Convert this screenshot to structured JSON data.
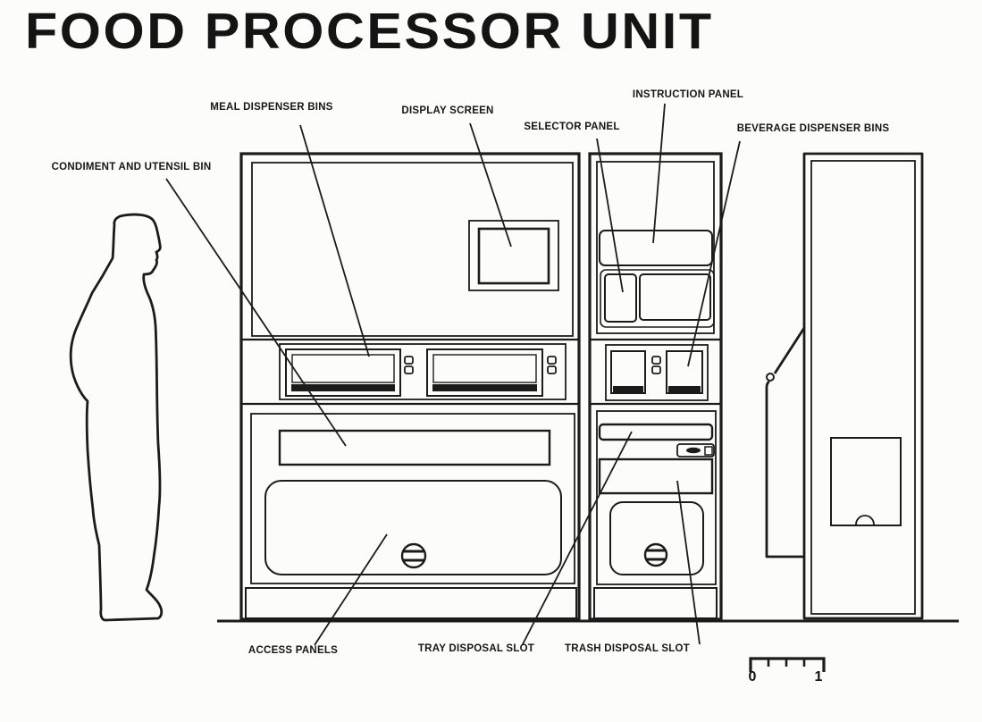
{
  "title": "FOOD PROCESSOR UNIT",
  "callouts": {
    "condiment_utensil_bin": "CONDIMENT AND UTENSIL BIN",
    "meal_dispenser_bins": "MEAL DISPENSER BINS",
    "display_screen": "DISPLAY SCREEN",
    "selector_panel": "SELECTOR PANEL",
    "instruction_panel": "INSTRUCTION PANEL",
    "beverage_dispenser_bins": "BEVERAGE DISPENSER BINS",
    "access_panels": "ACCESS PANELS",
    "tray_disposal_slot": "TRAY DISPOSAL SLOT",
    "trash_disposal_slot": "TRASH DISPOSAL SLOT"
  },
  "scale_bar": {
    "start_label": "0",
    "end_label": "1"
  },
  "colors": {
    "ink": "#1b1b1b",
    "paper": "#fcfcfa"
  }
}
